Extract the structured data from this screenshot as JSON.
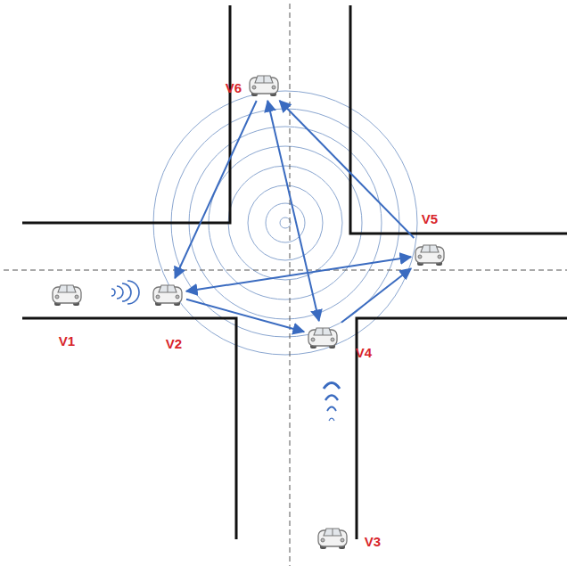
{
  "diagram": {
    "nodes": [
      {
        "text": [
          "V1"
        ]
      },
      {
        "text": [
          "V2"
        ]
      },
      {
        "text": [
          "V3"
        ]
      },
      {
        "text": [
          "V4"
        ]
      },
      {
        "text": [
          "V5"
        ]
      },
      {
        "text": [
          "V6"
        ]
      }
    ],
    "edges": [
      {
        "from": 5,
        "to": 1,
        "arrow": "to"
      },
      {
        "from": 1,
        "to": 4,
        "arrow": "both"
      },
      {
        "from": 1,
        "to": 3,
        "arrow": "to"
      },
      {
        "from": 3,
        "to": 5,
        "arrow": "both"
      },
      {
        "from": 3,
        "to": 4,
        "arrow": "to"
      },
      {
        "from": 4,
        "to": 5,
        "arrow": "to"
      }
    ]
  }
}
